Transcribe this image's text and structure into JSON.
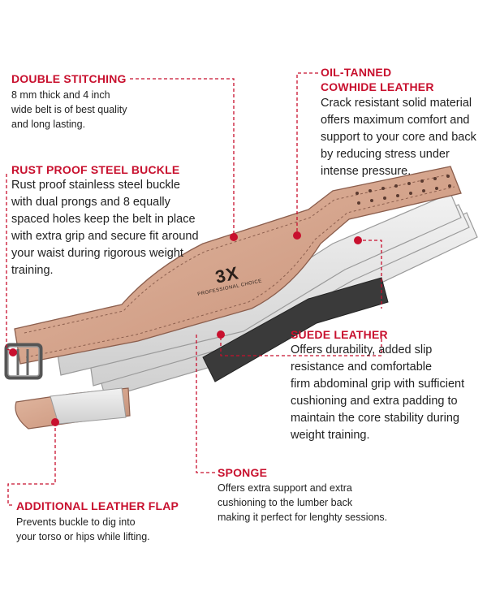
{
  "brand": {
    "logo_text": "3X",
    "tagline": "PROFESSIONAL CHOICE"
  },
  "colors": {
    "accent": "#c8102e",
    "leather": "#d7a88e",
    "leather_dark": "#a87563",
    "suede": "#e6e6e6",
    "sponge": "#3a3a3a"
  },
  "callouts": {
    "double_stitching": {
      "title": "DOUBLE STITCHING",
      "lines": [
        "8 mm thick and 4 inch",
        "wide belt is of best quality",
        "and long lasting."
      ]
    },
    "cowhide": {
      "title_lines": [
        "OIL-TANNED",
        "COWHIDE LEATHER"
      ],
      "lines": [
        "Crack resistant solid material",
        "offers maximum comfort and",
        "support to your core and back",
        "by reducing stress under",
        "intense pressure."
      ]
    },
    "buckle": {
      "title": "RUST PROOF STEEL BUCKLE",
      "lines": [
        "Rust proof stainless steel buckle",
        "with dual prongs and 8 equally",
        "spaced holes keep the belt in place",
        "with extra grip and secure fit around",
        "your waist during rigorous weight",
        "training."
      ]
    },
    "suede": {
      "title": "SUEDE LEATHER",
      "lines": [
        "Offers durability, added slip",
        "resistance and comfortable",
        "firm abdominal grip with sufficient",
        "cushioning and extra padding to",
        "maintain the core stability during",
        "weight training."
      ]
    },
    "sponge": {
      "title": "SPONGE",
      "lines": [
        "Offers extra support and extra",
        "cushioning to the lumber back",
        "making it perfect for lenghty sessions."
      ]
    },
    "flap": {
      "title": "ADDITIONAL LEATHER FLAP",
      "lines": [
        "Prevents buckle to dig into",
        "your torso or hips while lifting."
      ]
    }
  }
}
